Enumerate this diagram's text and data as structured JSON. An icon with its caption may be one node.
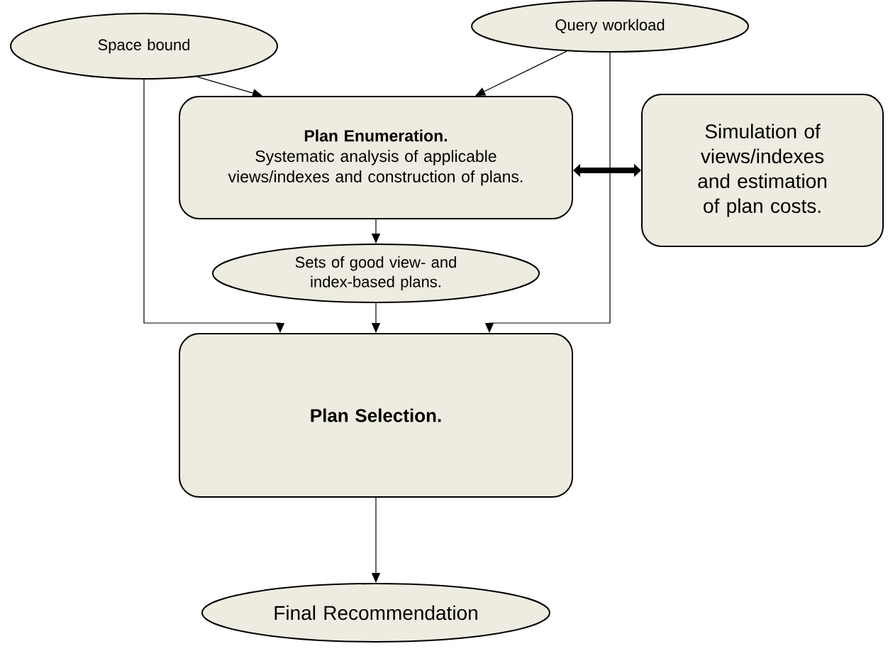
{
  "diagram": {
    "nodes": [
      {
        "text": [
          "Space bound"
        ]
      },
      {
        "text": [
          "Query workload"
        ]
      },
      {
        "text": [
          "Plan Enumeration.",
          "Systematic analysis of applicable views/indexes and construction of plans."
        ]
      },
      {
        "text": [
          "Simulation of views/indexes and estimation of plan costs."
        ]
      },
      {
        "text": [
          "Sets of good view- and index-based plans."
        ]
      },
      {
        "text": [
          "Plan Selection."
        ]
      },
      {
        "text": [
          "Final Recommendation"
        ]
      }
    ],
    "edges": [
      {
        "from": 0,
        "to": 2,
        "arrow": "to"
      },
      {
        "from": 1,
        "to": 2,
        "arrow": "to"
      },
      {
        "from": 2,
        "to": 3,
        "arrow": "both",
        "style": "thick"
      },
      {
        "from": 2,
        "to": 4,
        "arrow": "to"
      },
      {
        "from": 0,
        "to": 5,
        "arrow": "to"
      },
      {
        "from": 4,
        "to": 5,
        "arrow": "to"
      },
      {
        "from": 1,
        "to": 5,
        "arrow": "to"
      },
      {
        "from": 5,
        "to": 6,
        "arrow": "to"
      }
    ]
  }
}
